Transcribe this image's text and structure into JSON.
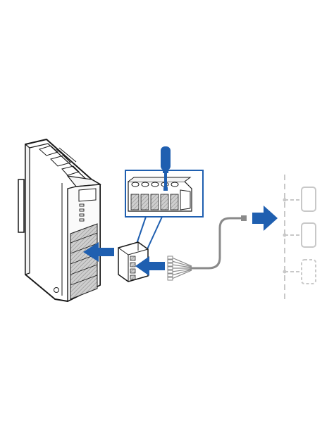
{
  "diagram": {
    "description_title": "",
    "colors": {
      "arrow": "#1f5fb0",
      "outline": "#1a1a1a",
      "gray": "#8a8a8a",
      "light_gray": "#c8c8c8",
      "background": "#ffffff"
    },
    "icons": {
      "screwdriver": "screwdriver-icon",
      "device": "gateway-module",
      "connector": "terminal-block-connector",
      "bus_node": "bus-node"
    },
    "bus_nodes": [
      "solid",
      "solid",
      "dashed"
    ]
  }
}
